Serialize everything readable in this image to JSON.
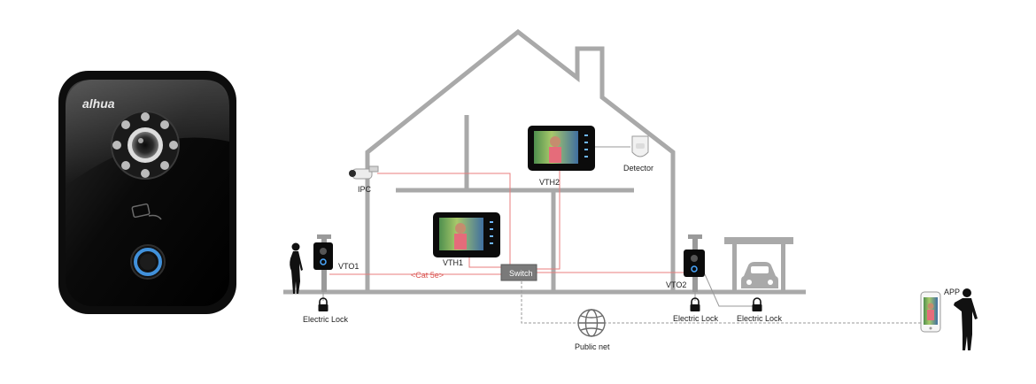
{
  "device": {
    "brand": "alhua"
  },
  "labels": {
    "ipc": "IPC",
    "vth1": "VTH1",
    "vth2": "VTH2",
    "detector": "Detector",
    "vto1": "VTO1",
    "vto2": "VTO2",
    "cable": "<Cat 5e>",
    "switch": "Switch",
    "lock_left": "Electric Lock",
    "lock_mid": "Electric Lock",
    "lock_right": "Electric Lock",
    "public_net": "Public net",
    "app": "APP"
  },
  "colors": {
    "cable": "#e87d7d",
    "network": "#9a9a9a",
    "house": "#a9a9a9",
    "device_body": "#0b0b0b",
    "accent": "#4aa8ff"
  }
}
